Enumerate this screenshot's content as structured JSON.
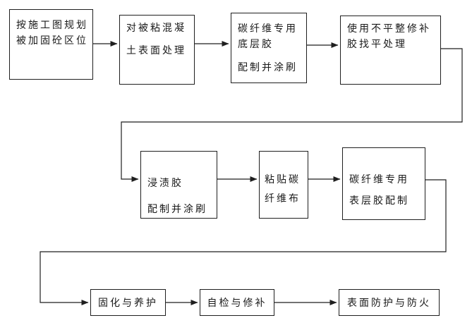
{
  "diagram": {
    "type": "flowchart",
    "description": "CFRP strengthening construction process flow",
    "colors": {
      "background": "#ffffff",
      "box_border": "#1f1f1f",
      "connector": "#1f1f1f",
      "text": "#1a1a1a"
    },
    "boxes": [
      {
        "id": "plan",
        "row": 1,
        "lines": [
          "按施工图规划",
          "被加固砼区位"
        ]
      },
      {
        "id": "surface-prep",
        "row": 1,
        "lines": [
          "对被粘混凝",
          "土表面处理"
        ]
      },
      {
        "id": "primer",
        "row": 1,
        "lines": [
          "碳纤维专用",
          "底层胶",
          "配制并涂刷"
        ]
      },
      {
        "id": "leveling",
        "row": 1,
        "lines": [
          "使用不平整修补",
          "胶找平处理"
        ]
      },
      {
        "id": "impregnation",
        "row": 2,
        "lines": [
          "浸渍胶",
          "配制并涂刷"
        ]
      },
      {
        "id": "paste-cfrp",
        "row": 2,
        "lines": [
          "粘贴碳",
          "纤维布"
        ]
      },
      {
        "id": "topcoat",
        "row": 2,
        "lines": [
          "碳纤维专用",
          "表层胶配制"
        ]
      },
      {
        "id": "curing",
        "row": 3,
        "lines": [
          "固化与养护"
        ]
      },
      {
        "id": "inspection",
        "row": 3,
        "lines": [
          "自检与修补"
        ]
      },
      {
        "id": "protection",
        "row": 3,
        "lines": [
          "表面防护与防火"
        ]
      }
    ],
    "flow_order": [
      "plan",
      "surface-prep",
      "primer",
      "leveling",
      "impregnation",
      "paste-cfrp",
      "topcoat",
      "curing",
      "inspection",
      "protection"
    ]
  }
}
